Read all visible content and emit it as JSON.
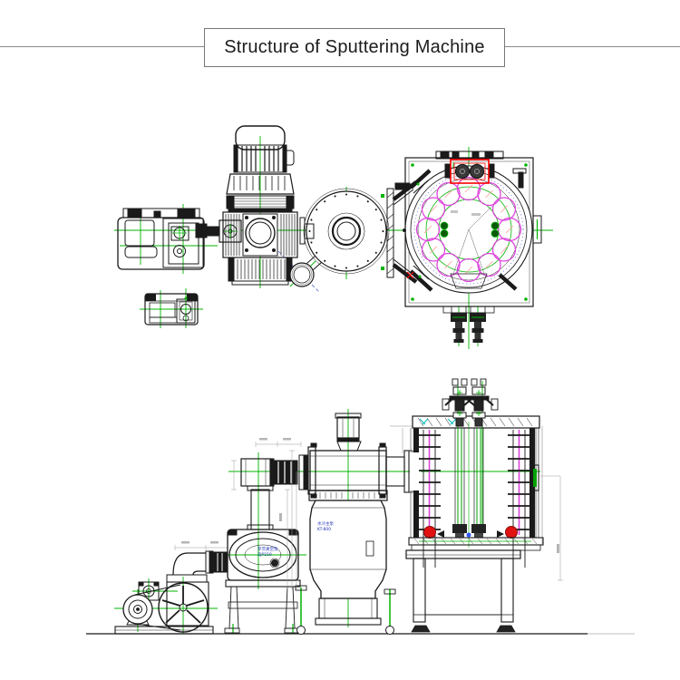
{
  "title": {
    "text": "Structure of Sputtering Machine"
  },
  "labels": {
    "roots_pump_line1": "罗茨真空泵",
    "roots_pump_line2": "ZJP150",
    "diffusion_pump_line1": "水冷主泵",
    "diffusion_pump_line2": "KT-800"
  },
  "colors": {
    "drawing_line": "#1a1a1a",
    "centerline_green": "#00b400",
    "substrate_magenta": "#dd44dd",
    "target_box_red": "#ff0000",
    "phantom_blue": "#5566cc",
    "accent_cyan": "#00bbbb",
    "drive_wheel_red": "#e11111",
    "dimension_gray": "#999999",
    "label_blue": "#2233bb",
    "title_border": "#777777"
  }
}
